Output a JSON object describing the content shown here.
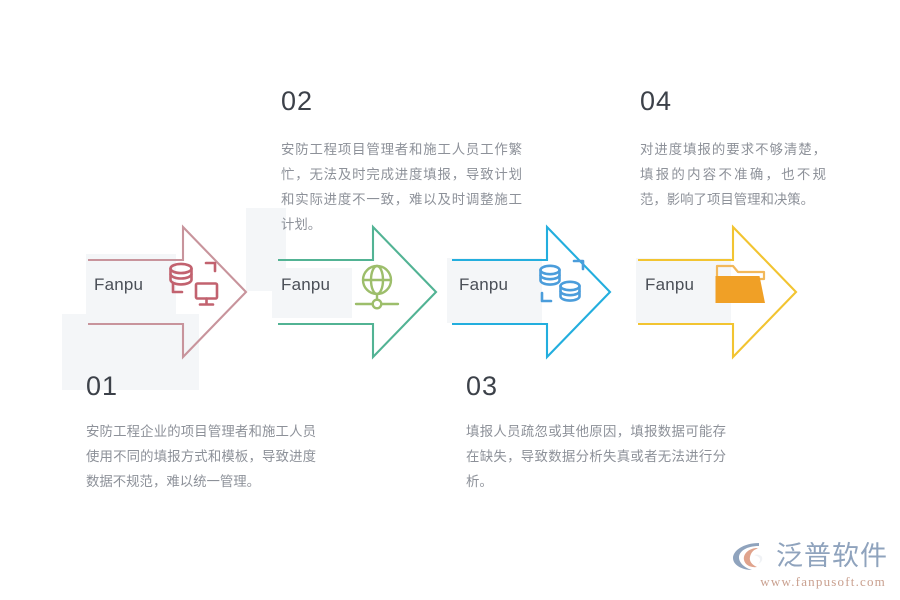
{
  "meta": {
    "background_color": "#ffffff",
    "panel_color": "#f4f6f8",
    "number_color": "#3c4149",
    "paragraph_color": "#8d9199",
    "label_color": "#4a4f57"
  },
  "steps": [
    {
      "id": "step-01",
      "number": "01",
      "label": "Fanpu",
      "icon": "database-monitor-icon",
      "arrow_color": "#c8949c",
      "icon_color": "#c2626f",
      "text": "安防工程企业的项目管理者和施工人员使用不同的填报方式和模板，导致进度数据不规范，难以统一管理。"
    },
    {
      "id": "step-02",
      "number": "02",
      "label": "Fanpu",
      "icon": "globe-network-icon",
      "arrow_color": "#52b394",
      "icon_color": "#9dbe6b",
      "text": "安防工程项目管理者和施工人员工作繁忙，无法及时完成进度填报，导致计划和实际进度不一致，难以及时调整施工计划。"
    },
    {
      "id": "step-03",
      "number": "03",
      "label": "Fanpu",
      "icon": "database-stack-icon",
      "arrow_color": "#23aede",
      "icon_color": "#4b9ddb",
      "text": "填报人员疏忽或其他原因，填报数据可能存在缺失，导致数据分析失真或者无法进行分析。"
    },
    {
      "id": "step-04",
      "number": "04",
      "label": "Fanpu",
      "icon": "folder-icon",
      "arrow_color": "#f2c431",
      "icon_color": "#f0a026",
      "text": "对进度填报的要求不够清楚，填报的内容不准确，也不规范，影响了项目管理和决策。"
    }
  ],
  "logo": {
    "brand_cn": "泛普软件",
    "url": "www.fanpusoft.com",
    "mark_color": "#8fa3bd",
    "mark_accent": "#e0a38c"
  }
}
